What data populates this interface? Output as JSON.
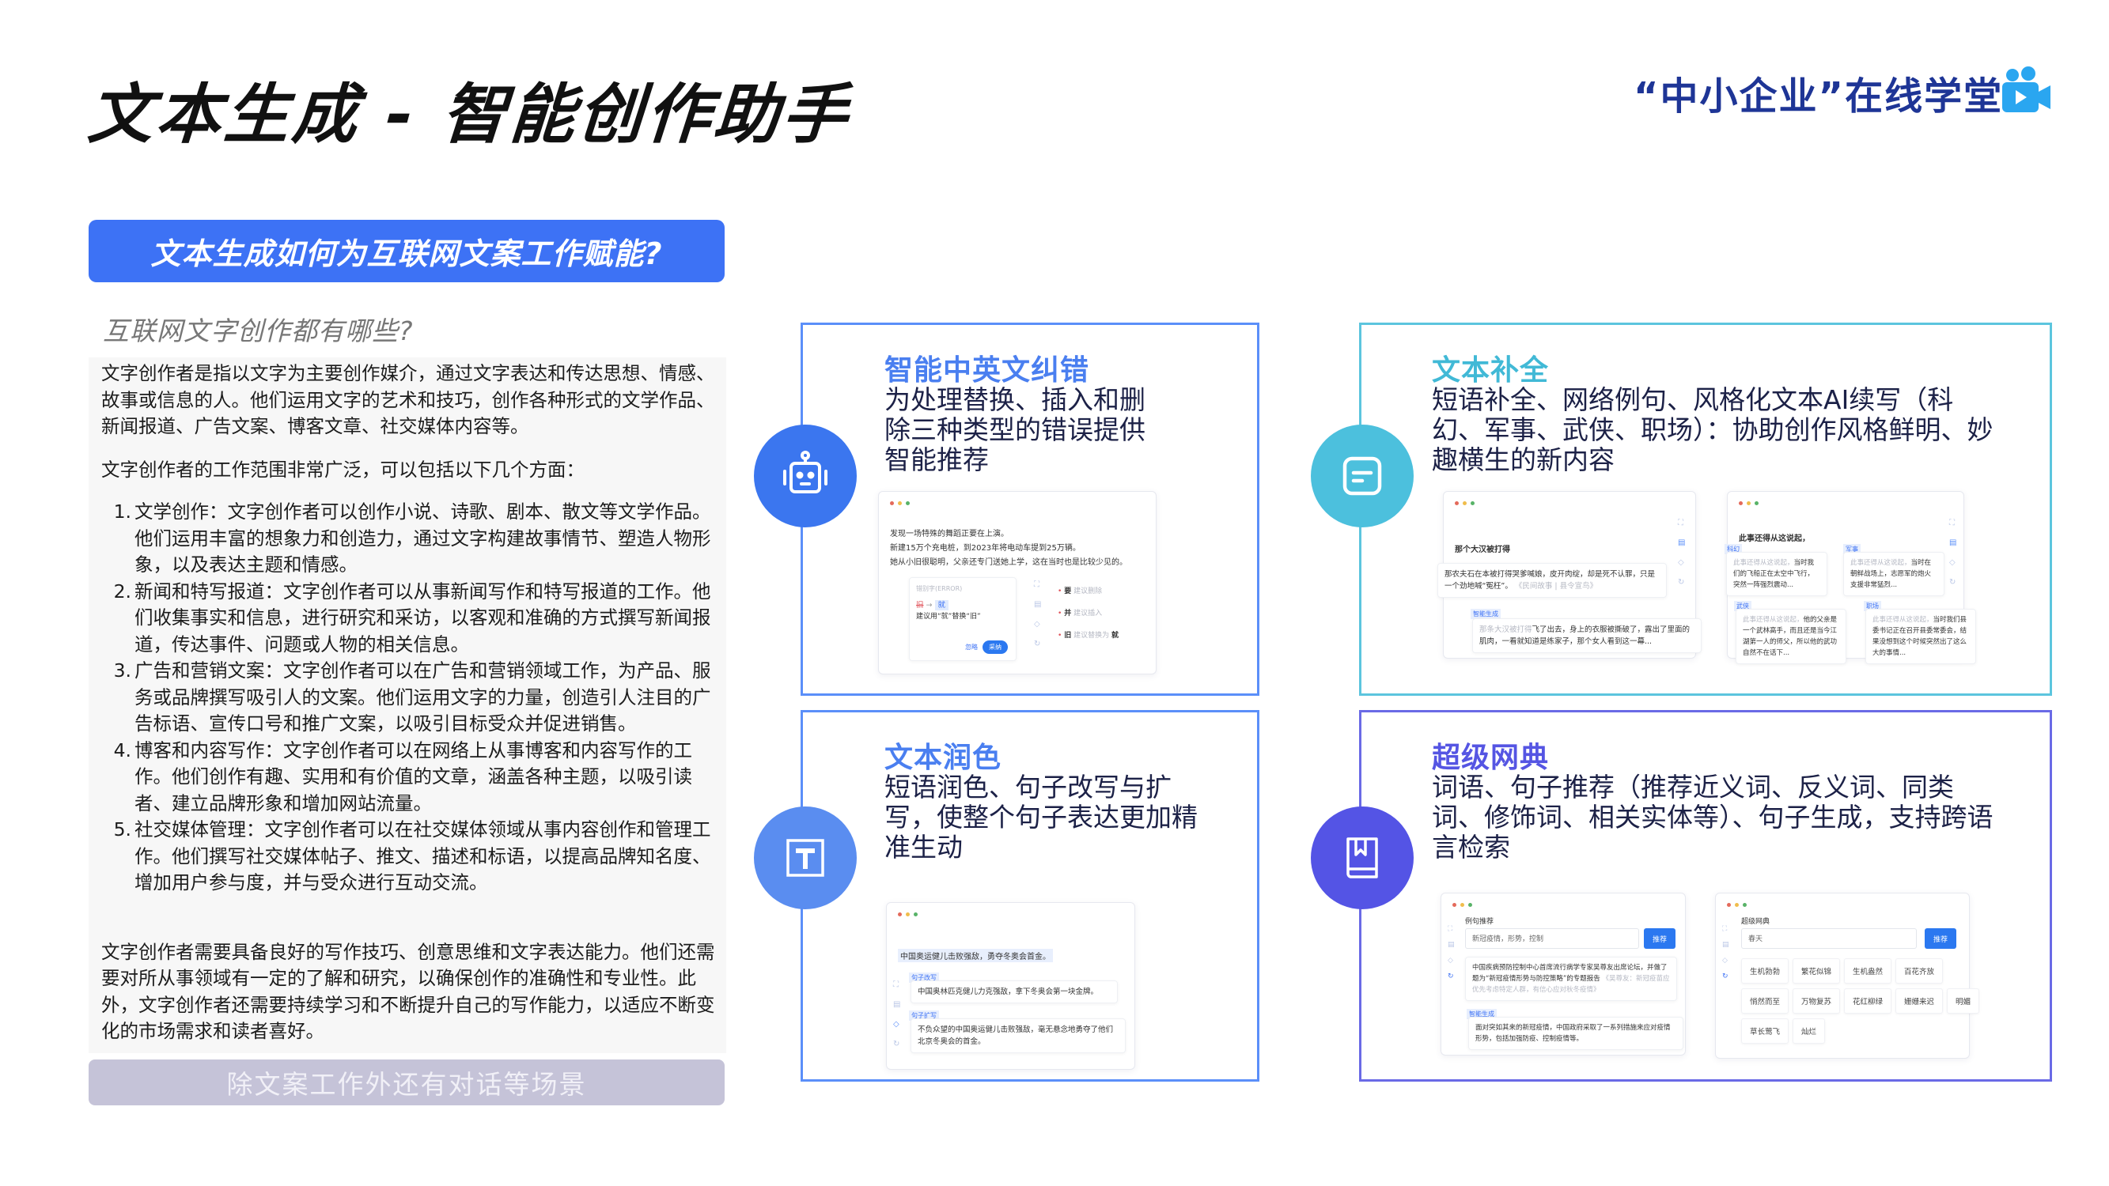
{
  "header": {
    "title": "文本生成 - 智能创作助手",
    "brand": "“中小企业”在线学堂",
    "brand_icon": "video-camera-icon",
    "brand_color": "#1e3596",
    "brand_icon_color": "#2aa6f0"
  },
  "left": {
    "question_button": "文本生成如何为互联网文案工作赋能?",
    "subheading": "互联网文字创作都有哪些?",
    "paragraph1": "文字创作者是指以文字为主要创作媒介，通过文字表达和传达思想、情感、故事或信息的人。他们运用文字的艺术和技巧，创作各种形式的文学作品、新闻报道、广告文案、博客文章、社交媒体内容等。",
    "paragraph2": "文字创作者的工作范围非常广泛，可以包括以下几个方面：",
    "list": [
      {
        "num": "1.",
        "text": "文学创作：文字创作者可以创作小说、诗歌、剧本、散文等文学作品。他们运用丰富的想象力和创造力，通过文字构建故事情节、塑造人物形象，以及表达主题和情感。"
      },
      {
        "num": "2.",
        "text": "新闻和特写报道：文字创作者可以从事新闻写作和特写报道的工作。他们收集事实和信息，进行研究和采访，以客观和准确的方式撰写新闻报道，传达事件、问题或人物的相关信息。"
      },
      {
        "num": "3.",
        "text": "广告和营销文案：文字创作者可以在广告和营销领域工作，为产品、服务或品牌撰写吸引人的文案。他们运用文字的力量，创造引人注目的广告标语、宣传口号和推广文案，以吸引目标受众并促进销售。"
      },
      {
        "num": "4.",
        "text": "博客和内容写作：文字创作者可以在网络上从事博客和内容写作的工作。他们创作有趣、实用和有价值的文章，涵盖各种主题，以吸引读者、建立品牌形象和增加网站流量。"
      },
      {
        "num": "5.",
        "text": "社交媒体管理：文字创作者可以在社交媒体领域从事内容创作和管理工作。他们撰写社交媒体帖子、推文、描述和标语，以提高品牌知名度、增加用户参与度，并与受众进行互动交流。"
      }
    ],
    "paragraph3": "文字创作者需要具备良好的写作技巧、创意思维和文字表达能力。他们还需要对所从事领域有一定的了解和研究，以确保创作的准确性和专业性。此外，文字创作者还需要持续学习和不断提升自己的写作能力，以适应不断变化的市场需求和读者喜好。",
    "bottom_button": "除文案工作外还有对话等场景",
    "accent_color": "#3d72f5"
  },
  "cards": [
    {
      "id": "correction",
      "title": "智能中英文纠错",
      "description": "为处理替换、插入和删除三种类型的错误提供智能推荐",
      "icon": "robot-icon",
      "border_color": "#5b8ff9",
      "mock": {
        "lines": [
          "发现一场特殊的舞蹈正要在上演。",
          "新建15万个充电桩，到2023年将电动车提到25万辆。",
          "她从小旧很聪明，父亲还专门送她上学，这在当时也是比较少见的。"
        ],
        "error_label": "错别字(ERROR)",
        "error_from": "旧",
        "error_to": "就",
        "suggestion": "建议用“就”替换“旧”",
        "ignore_label": "忽略",
        "accept_label": "采纳",
        "side_items": [
          {
            "word": "要",
            "hint": "建议删除"
          },
          {
            "word": "并",
            "hint": "建议插入"
          },
          {
            "word": "旧",
            "hint": "建议替换为",
            "target": "就"
          }
        ]
      }
    },
    {
      "id": "completion",
      "title": "文本补全",
      "description": "短语补全、网络例句、风格化文本AI续写（科幻、军事、武侠、职场）：协助创作风格鲜明、妙趣横生的新内容",
      "icon": "text-document-icon",
      "border_color": "#5cc5de",
      "mock_left": {
        "input": "那个大汉被打得",
        "example": "那农夫石在本被打得哭爹喊娘，皮开肉绽，却是死不认罪，只是一个劲地喊“冤枉”。",
        "example_source": "《民间故事 | 县令宣鸟》",
        "tag": "智能生成",
        "generated_prefix": "那条大汉被打得",
        "generated": "飞了出去，身上的衣服被撕破了，露出了里面的肌肉，一看就知道是练家子，那个女人看到这一幕..."
      },
      "mock_right": {
        "input": "此事还得从这说起，",
        "styles": [
          {
            "tag": "科幻",
            "prefix": "此事还得从这说起，",
            "text": "当时我们的飞船正在太空中飞行，突然一阵强烈震动..."
          },
          {
            "tag": "军事",
            "prefix": "此事还得从这说起，",
            "text": "当时在朝鲜战场上，志愿军的炮火支援非常猛烈..."
          },
          {
            "tag": "武侠",
            "prefix": "此事还得从这说起，",
            "text": "他的父亲是一个武林高手，而且还是当今江湖第一人的师父，所以他的武功自然不在话下..."
          },
          {
            "tag": "职场",
            "prefix": "此事还得从这说起，",
            "text": "当时我们县委书记正在召开县委常委会，结果没想到这个时候突然出了这么大的事情..."
          }
        ]
      }
    },
    {
      "id": "polish",
      "title": "文本润色",
      "description": "短语润色、句子改写与扩写，使整个句子表达更加精准生动",
      "icon": "text-t-icon",
      "border_color": "#5b8ff9",
      "mock": {
        "input": "中国奥运健儿击败强敌，勇夺冬奥会首金。",
        "rewrite_tag": "句子改写",
        "rewrite": "中国奥林匹克健儿力克强敌，拿下冬奥会第一块金牌。",
        "expand_tag": "句子扩写",
        "expand": "不负众望的中国奥运健儿击败强敌，毫无悬念地勇夺了他们北京冬奥会的首金。"
      }
    },
    {
      "id": "dictionary",
      "title": "超级网典",
      "description": "词语、句子推荐（推荐近义词、反义词、同类词、修饰词、相关实体等）、句子生成，支持跨语言检索",
      "icon": "bookmark-book-icon",
      "border_color": "#6a6ae6",
      "mock_left": {
        "heading": "例句推荐",
        "input": "新冠疫情，形势，控制",
        "button": "推荐",
        "example": "中国疾病预防控制中心首席流行病学专家吴尊友出席论坛，并做了题为“新冠疫情形势与防控策略”的专题报告",
        "example_source": "《吴尊友：新冠疫苗应优先考虑特定人群，有信心应对秋冬疫情》",
        "tag": "智能生成",
        "generated": "面对突如其来的新冠疫情，中国政府采取了一系列措施来应对疫情形势，包括加强防疫、控制疫情等。"
      },
      "mock_right": {
        "heading": "超级网典",
        "input": "春天",
        "button": "推荐",
        "chips": [
          "生机勃勃",
          "繁花似锦",
          "生机盎然",
          "百花齐放",
          "悄然而至",
          "万物复苏",
          "花红柳绿",
          "姗姗来迟",
          "明媚",
          "草长莺飞",
          "灿烂"
        ]
      }
    }
  ]
}
